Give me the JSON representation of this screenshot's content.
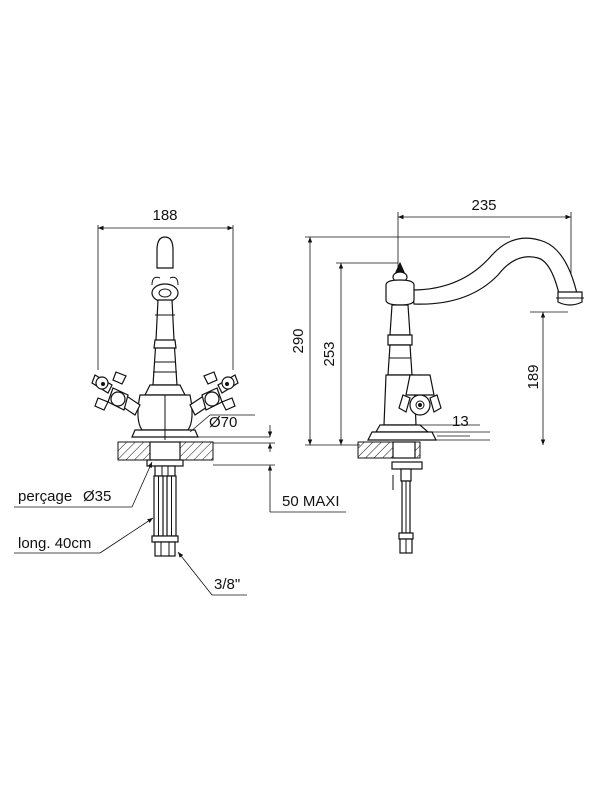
{
  "front_view": {
    "width": "188",
    "base_diameter": "Ø70",
    "hole_label": "perçage",
    "hole_diameter": "Ø35",
    "hose_length": "long. 40cm",
    "thread": "3/8\"",
    "deck_max": "50 MAXI"
  },
  "side_view": {
    "reach": "235",
    "total_height": "290",
    "body_height": "253",
    "spout_height": "189",
    "base_height": "13"
  },
  "colors": {
    "line": "#111111",
    "background": "#ffffff"
  }
}
